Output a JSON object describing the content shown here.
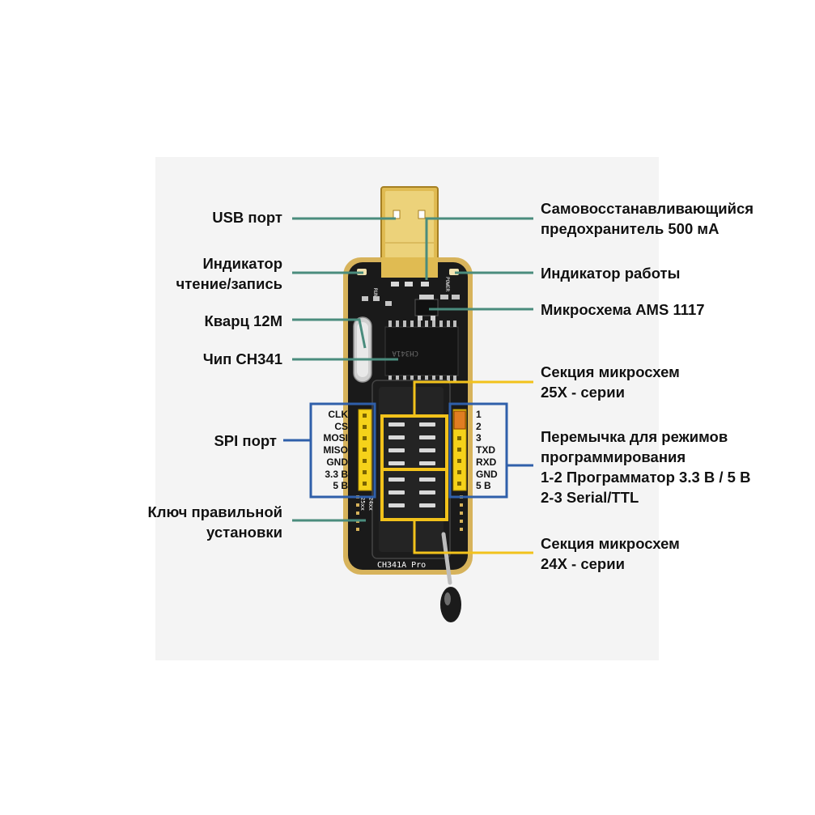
{
  "labels": {
    "usb_port": "USB порт",
    "rw_indicator": [
      "Индикатор",
      "чтение/запись"
    ],
    "crystal": "Кварц 12M",
    "chip": "Чип CH341",
    "spi_port": "SPI порт",
    "install_key": [
      "Ключ правильной",
      "установки"
    ],
    "fuse": [
      "Самовосстанавливающийся",
      "предохранитель 500 мА"
    ],
    "power_indicator": "Индикатор работы",
    "ams_chip": "Микросхема AMS 1117",
    "section_25x": [
      "Секция микросхем",
      "25X - серии"
    ],
    "jumper": [
      "Перемычка для режимов",
      "программирования",
      "1-2 Программатор 3.3 В / 5 В",
      "2-3 Serial/TTL"
    ],
    "section_24x": [
      "Секция микросхем",
      "24X - серии"
    ]
  },
  "spi_pins": [
    "CLK",
    "CS",
    "MOSI",
    "MISO",
    "GND",
    "3.3 В",
    "5 В"
  ],
  "jumper_pins": [
    "1",
    "2",
    "3",
    "TXD",
    "RXD",
    "GND",
    "5 В"
  ],
  "silkscreen": {
    "model": "CH341A Pro",
    "chip_marking": "CH341A",
    "power": "POWER",
    "run": "RUN",
    "series_24": "24xx",
    "series_25": "25xx"
  },
  "colors": {
    "teal_leader": "#4a8c7d",
    "yellow_leader": "#f2c21b",
    "blue_box": "#2f5faa",
    "pcb": "#1a1a1a",
    "gold": "#e2c06a"
  }
}
